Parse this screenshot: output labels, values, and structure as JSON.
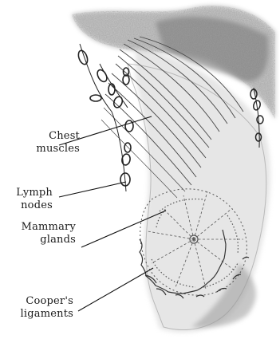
{
  "labels": {
    "chest_muscles": "Chest\nmuscles",
    "lymph_nodes": "Lymph\nnodes",
    "mammary_glands": "Mammary\nglands",
    "coopers_ligaments": "Cooper's\nligaments"
  },
  "colors": {
    "ink": "#1a1a1a",
    "shading": "#7a7a7a",
    "light_shading": "#c8c8c8"
  }
}
